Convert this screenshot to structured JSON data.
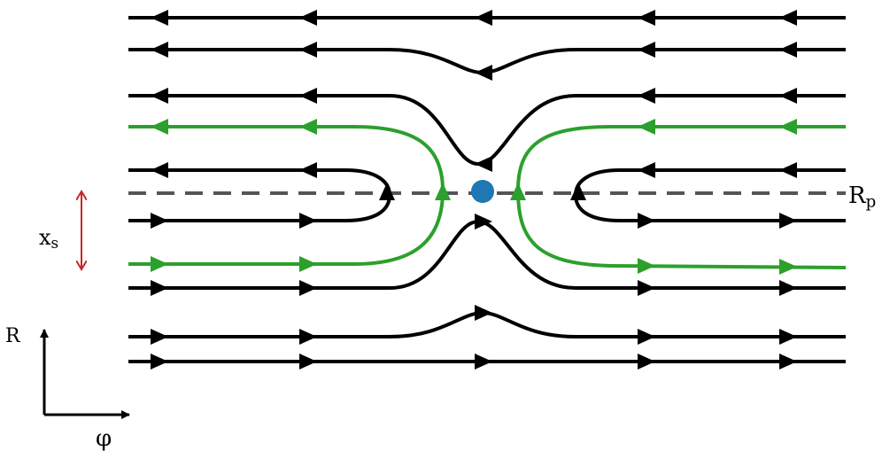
{
  "labels": {
    "planet_radius": "R",
    "planet_radius_sub": "p",
    "separatrix_width": "x",
    "separatrix_width_sub": "s",
    "radial_axis": "R",
    "azimuth_axis": "φ"
  },
  "colors": {
    "streamline": "#000000",
    "separatrix": "#2ca02c",
    "planet": "#1f77b4",
    "dashed_line": "#555555",
    "width_arrow": "#c62828"
  },
  "icons": {
    "planet": "filled-circle",
    "flow_direction": "triangle-arrowhead"
  }
}
